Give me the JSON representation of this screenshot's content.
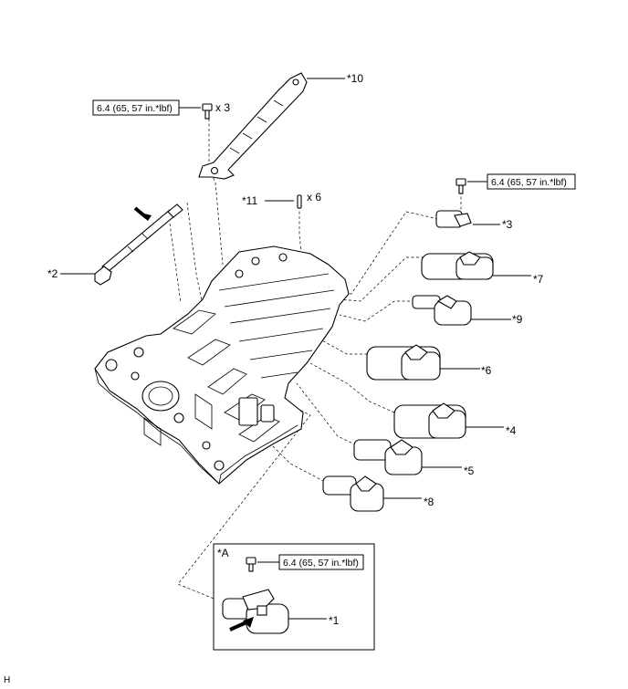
{
  "torque_spec": "6.4 (65, 57 in.*lbf)",
  "callouts": {
    "c1": "*1",
    "c2": "*2",
    "c3": "*3",
    "c4": "*4",
    "c5": "*5",
    "c6": "*6",
    "c7": "*7",
    "c8": "*8",
    "c9": "*9",
    "c10": "*10",
    "c11": "*11",
    "cA": "*A"
  },
  "quantities": {
    "bolts_top": "x 3",
    "pins": "x 6"
  },
  "figure_code": "H"
}
